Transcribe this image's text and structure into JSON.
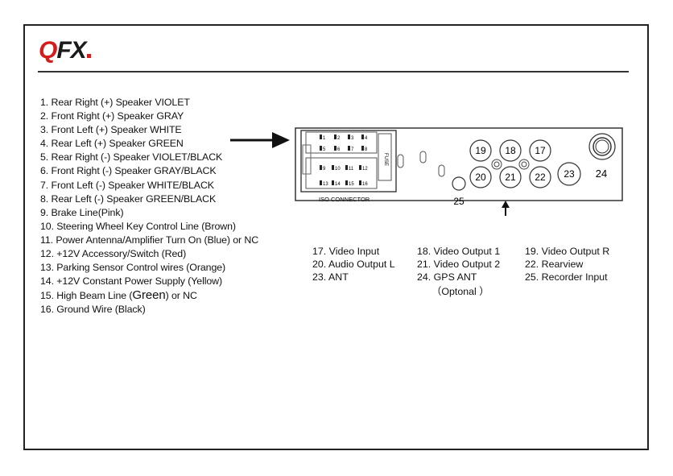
{
  "brand": {
    "logo_q": "Q",
    "logo_fx": "FX"
  },
  "pin_list": [
    "1. Rear Right (+) Speaker VIOLET",
    "2. Front Right (+) Speaker GRAY",
    "3. Front Left (+) Speaker WHITE",
    "4. Rear Left (+) Speaker GREEN",
    "5. Rear Right (-) Speaker VIOLET/BLACK",
    "6. Front Right (-) Speaker GRAY/BLACK",
    "7. Front Left (-) Speaker WHITE/BLACK",
    "8. Rear Left (-) Speaker GREEN/BLACK",
    "9.  Brake Line(Pink)",
    "10. Steering Wheel Key Control Line (Brown)",
    "11. Power Antenna/Amplifier Turn On (Blue) or NC",
    "12. +12V Accessory/Switch (Red)",
    "13.  Parking Sensor Control wires (Orange)",
    "14. +12V Constant Power Supply (Yellow)"
  ],
  "pin15": {
    "prefix": "15. High Beam Line (",
    "green": "Green",
    "suffix": ") or NC"
  },
  "pin16": "16. Ground Wire (Black)",
  "connector": {
    "label": "ISO CONNECTOR",
    "fuse_label": "FUSE",
    "row1": [
      "1",
      "2",
      "3",
      "4"
    ],
    "row2": [
      "5",
      "6",
      "7",
      "8"
    ],
    "row3": [
      "9",
      "10",
      "11",
      "12"
    ],
    "row4": [
      "13",
      "14",
      "15",
      "16"
    ]
  },
  "ports": {
    "p17": "17",
    "p18": "18",
    "p19": "19",
    "p20": "20",
    "p21": "21",
    "p22": "22",
    "p23": "23",
    "p24": "24",
    "p25": "25"
  },
  "legend": {
    "c17": "17.  Video Input",
    "c18": "18. Video Output 1",
    "c19": "19. Video Output R",
    "c20": "20. Audio Output L",
    "c21": "21. Video Output 2",
    "c22": "22. Rearview",
    "c23": "23. ANT",
    "c24": "24. GPS ANT",
    "c25": "25. Recorder Input",
    "optional": "（Optonal ）"
  }
}
